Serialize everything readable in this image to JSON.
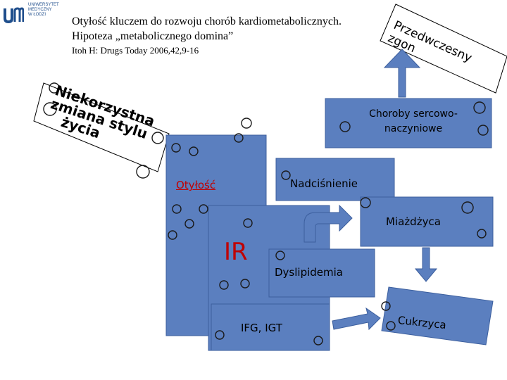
{
  "logo": {
    "text": "UNIWERSYTET\nMEDYCZNY\nW ŁODZI",
    "mark_color": "#1f4e8c"
  },
  "header": {
    "title_line1": "Otyłość kluczem do rozwoju chorób kardiometabolicznych.",
    "title_line2": "Hipoteza „metabolicznego domina”",
    "citation": "Itoh H: Drugs Today 2006,42,9-16"
  },
  "colors": {
    "box_fill": "#5b7fbf",
    "box_stroke": "#3c5f9e",
    "arrow_fill": "#5b7fbf",
    "otylosc_text": "#c00000",
    "ir_text": "#c00000",
    "circle_stroke": "#1a1a1a"
  },
  "labels": {
    "lifestyle": [
      "Niekorzystna",
      "zmiana stylu",
      "życia"
    ],
    "overtreatment_first": "Przedw",
    "overtreatment_second": "czesny zgon",
    "cvd": "Choroby sercowo-\nnaczyniowe",
    "otylosc": "Otyłość",
    "nadcisnienie": "Nadciśnienie",
    "miazdzyca": "Miażdżyca",
    "ir": "IR",
    "dyslipidemia": "Dyslipidemia",
    "ifg": "IFG, IGT",
    "cukrzyca": "Cukrzyca"
  }
}
